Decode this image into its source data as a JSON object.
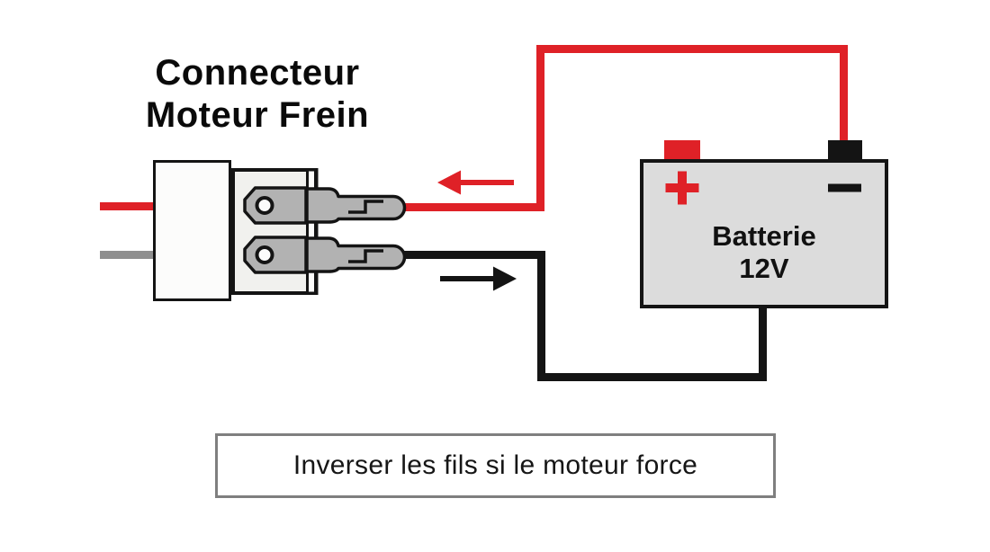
{
  "title": {
    "line1": "Connecteur",
    "line2": "Moteur Frein"
  },
  "battery": {
    "name_line1": "Batterie",
    "name_line2": "12V",
    "positive_symbol": "+",
    "negative_symbol": "−"
  },
  "caption": {
    "text": "Inverser les fils si le moteur force"
  },
  "colors": {
    "wire_red": "#df2127",
    "wire_black": "#141414",
    "wire_gray": "#8f8f8f",
    "battery_fill": "#dcdcdc",
    "terminal_fill": "#b2b2b2",
    "shell_fill": "#fcfcfb",
    "housing_fill": "#f1f1ee",
    "flange_fill": "#fcfcfb",
    "hole_fill": "#fcfcfc",
    "caption_border": "#7f7f7f"
  },
  "icons": {
    "red_arrow": "arrow-left",
    "black_arrow": "arrow-right",
    "plus": "plus-sign",
    "minus": "minus-sign"
  }
}
